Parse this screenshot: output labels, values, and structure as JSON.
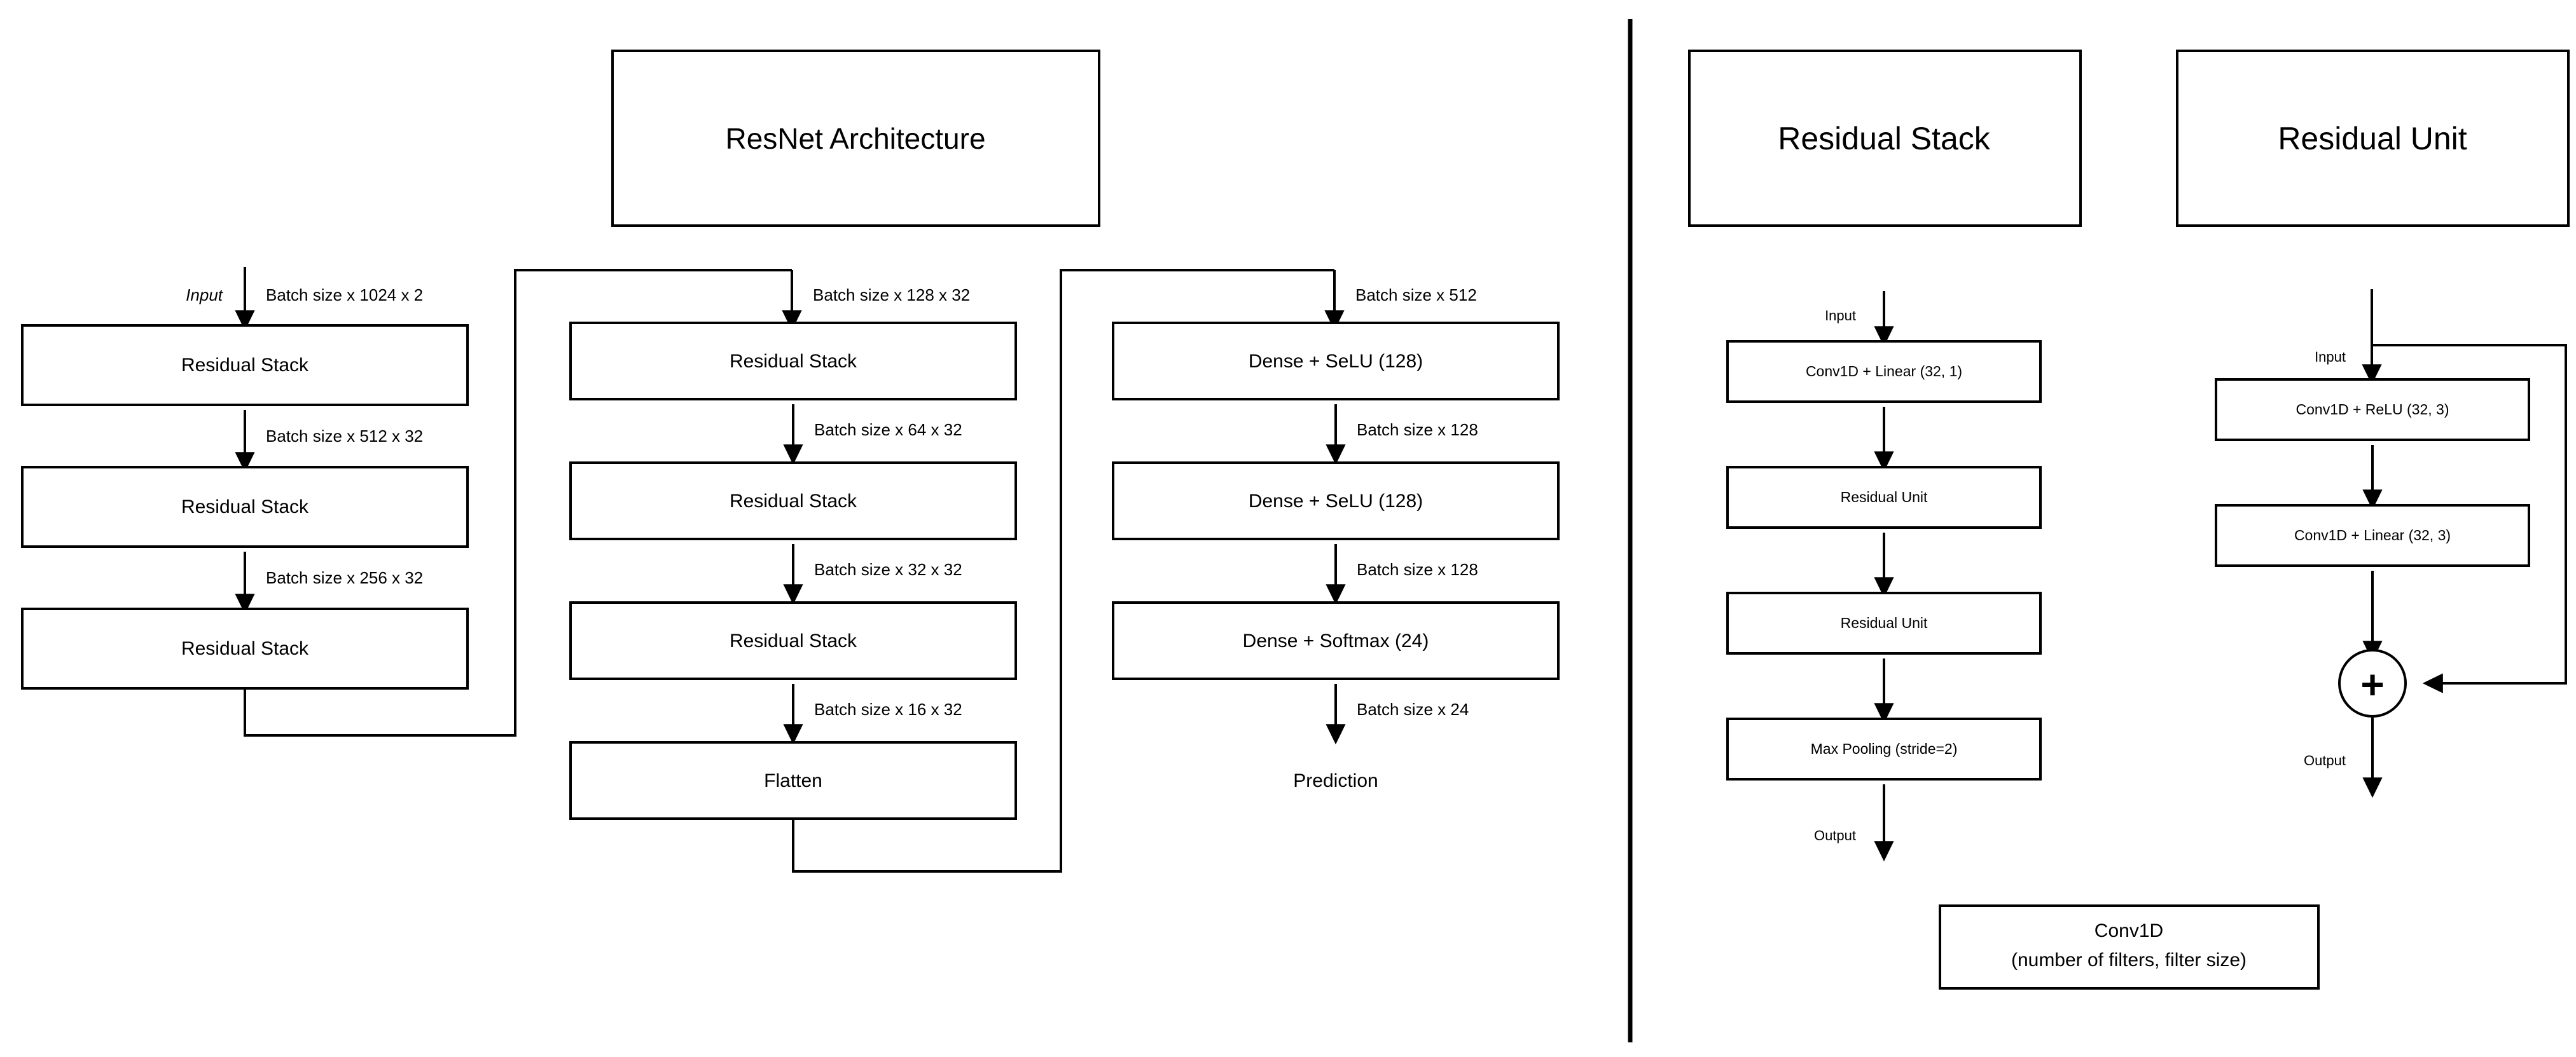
{
  "diagram": {
    "title_box": "ResNet Architecture",
    "panels": {
      "residual_stack": "Residual Stack",
      "residual_unit": "Residual Unit"
    },
    "legend_box": {
      "line1": "Conv1D",
      "line2": "(number of filters, filter size)"
    },
    "colors": {
      "stroke": "#000000",
      "background": "#ffffff"
    }
  },
  "resnet": {
    "column1": {
      "entry_label": "Input",
      "entry_shape": "Batch size x 1024 x 2",
      "blocks": [
        {
          "label": "Residual Stack",
          "out_shape": "Batch size x 512 x 32"
        },
        {
          "label": "Residual Stack",
          "out_shape": "Batch size x 256 x 32"
        },
        {
          "label": "Residual Stack",
          "out_shape": ""
        }
      ]
    },
    "column2": {
      "entry_shape": "Batch size x 128 x 32",
      "blocks": [
        {
          "label": "Residual Stack",
          "out_shape": "Batch size x 64 x 32"
        },
        {
          "label": "Residual Stack",
          "out_shape": "Batch size x 32 x 32"
        },
        {
          "label": "Residual Stack",
          "out_shape": "Batch size x 16 x 32"
        },
        {
          "label": "Flatten",
          "out_shape": ""
        }
      ]
    },
    "column3": {
      "entry_shape": "Batch size x 512",
      "blocks": [
        {
          "label": "Dense + SeLU (128)",
          "out_shape": "Batch size x 128"
        },
        {
          "label": "Dense + SeLU (128)",
          "out_shape": "Batch size x 128"
        },
        {
          "label": "Dense + Softmax (24)",
          "out_shape": "Batch size x 24"
        }
      ],
      "terminal": "Prediction"
    }
  },
  "residual_stack_detail": {
    "input_label": "Input",
    "output_label": "Output",
    "blocks": [
      "Conv1D + Linear (32, 1)",
      "Residual Unit",
      "Residual Unit",
      "Max Pooling (stride=2)"
    ]
  },
  "residual_unit_detail": {
    "input_label": "Input",
    "output_label": "Output",
    "add_symbol": "+",
    "blocks": [
      "Conv1D + ReLU (32, 3)",
      "Conv1D + Linear (32, 3)"
    ]
  }
}
